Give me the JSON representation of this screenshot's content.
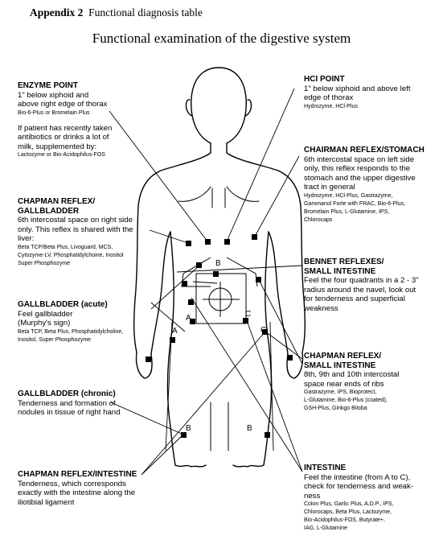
{
  "header": {
    "appendix_label": "Appendix 2",
    "appendix_title": "Functional diagnosis table",
    "title": "Functional examination of the digestive system"
  },
  "blocks": {
    "enzyme_point": {
      "heading": "ENZYME POINT",
      "text": [
        "1\" below xiphoid and",
        "above right edge of thorax"
      ],
      "supplements": [
        "Bio-6-Plus or Bromelain Plus"
      ],
      "note": [
        "If patient has recently taken",
        "antibiotics or drinks a lot of",
        "milk, supplemented by:"
      ],
      "note_supplements": [
        "Lactozyme or Bio-Acidophilus-FOS"
      ]
    },
    "chapman_gallbladder": {
      "heading": [
        "CHAPMAN REFLEX/",
        "GALLBLADDER"
      ],
      "text": [
        "6th intercostal space on right side",
        "only. This reflex is shared with the",
        "liver:"
      ],
      "supplements": [
        "Beta TCP/Beta Plus, Livoguard, MCS,",
        "Cytozyme-LV, Phosphatidylchoine, Inositol",
        "Super Phosphozyme"
      ]
    },
    "gallbladder_acute": {
      "heading": "GALLBLADDER (acute)",
      "text": [
        "Feel gallbladder",
        "(Murphy's sign)"
      ],
      "supplements": [
        "Beta TCP, Beta Plus, Phosphatidylcholine,",
        "Inositol, Super Phosphozyme"
      ]
    },
    "gallbladder_chronic": {
      "heading": "GALLBLADDER (chronic)",
      "text": [
        "Tenderness and formation of",
        "nodules in tissue of right hand"
      ]
    },
    "chapman_intestine": {
      "heading": "CHAPMAN REFLEX/INTESTINE",
      "text": [
        "Tenderness, which corresponds",
        "exactly with the intestine along the",
        "iliotibial ligament"
      ]
    },
    "hcl_point": {
      "heading": "HCI POINT",
      "text": [
        "1\" below xiphoid and above left",
        "edge of thorax"
      ],
      "supplements": [
        "Hydrozyme, HCl-Plus"
      ]
    },
    "chairman_stomach": {
      "heading": "CHAIRMAN REFLEX/STOMACH",
      "text": [
        "6th intercostal space on left side",
        "only, this reflex responds to the",
        "stomach and the upper digestive",
        "tract in general"
      ],
      "supplements": [
        "Hydrozyme, HCl-Plus, Gastrazyme,",
        "Gammanol Forte with FRAC, Bio-6-Plus,",
        "Bromelain Plus, L-Glutamine, IPS,",
        "Chlorocaps"
      ]
    },
    "bennet_reflexes": {
      "heading": [
        "BENNET REFLEXES/",
        "SMALL INTESTINE"
      ],
      "text": [
        "Feel the four quadrants in a 2 - 3\"",
        "radius around the navel, look out",
        "for tenderness and superficial",
        "weakness"
      ]
    },
    "chapman_small_intestine": {
      "heading": [
        "CHAPMAN REFLEX/",
        "SMALL INTESTINE"
      ],
      "text": [
        "8th, 9th and 10th intercostal",
        "space near ends of ribs"
      ],
      "supplements": [
        "Gastrazyme, IPS, Bioprotect,",
        "L-Glutamine, Bio-6-Plus (coated),",
        "GSH-Plus, Ginkgo Biloba"
      ]
    },
    "intestine": {
      "heading": "INTESTINE",
      "text": [
        "Feel the intestine (from A to C),",
        "check for tenderness and weak-",
        "ness"
      ],
      "supplements": [
        "Colon Plus, Garlic Plus, A.D.P., IPS,",
        "Chlorocaps, Beta Plus, Lactozyme,",
        "Bio-Acidophilus-FOS, Butyrate+,",
        "IAG, L-Glutamine"
      ]
    }
  },
  "diagram_labels": {
    "B_top": "B",
    "A_upper": "A",
    "A_lower": "A",
    "C_upper": "C",
    "C_lower": "C",
    "B_left": "B",
    "B_right": "B"
  }
}
